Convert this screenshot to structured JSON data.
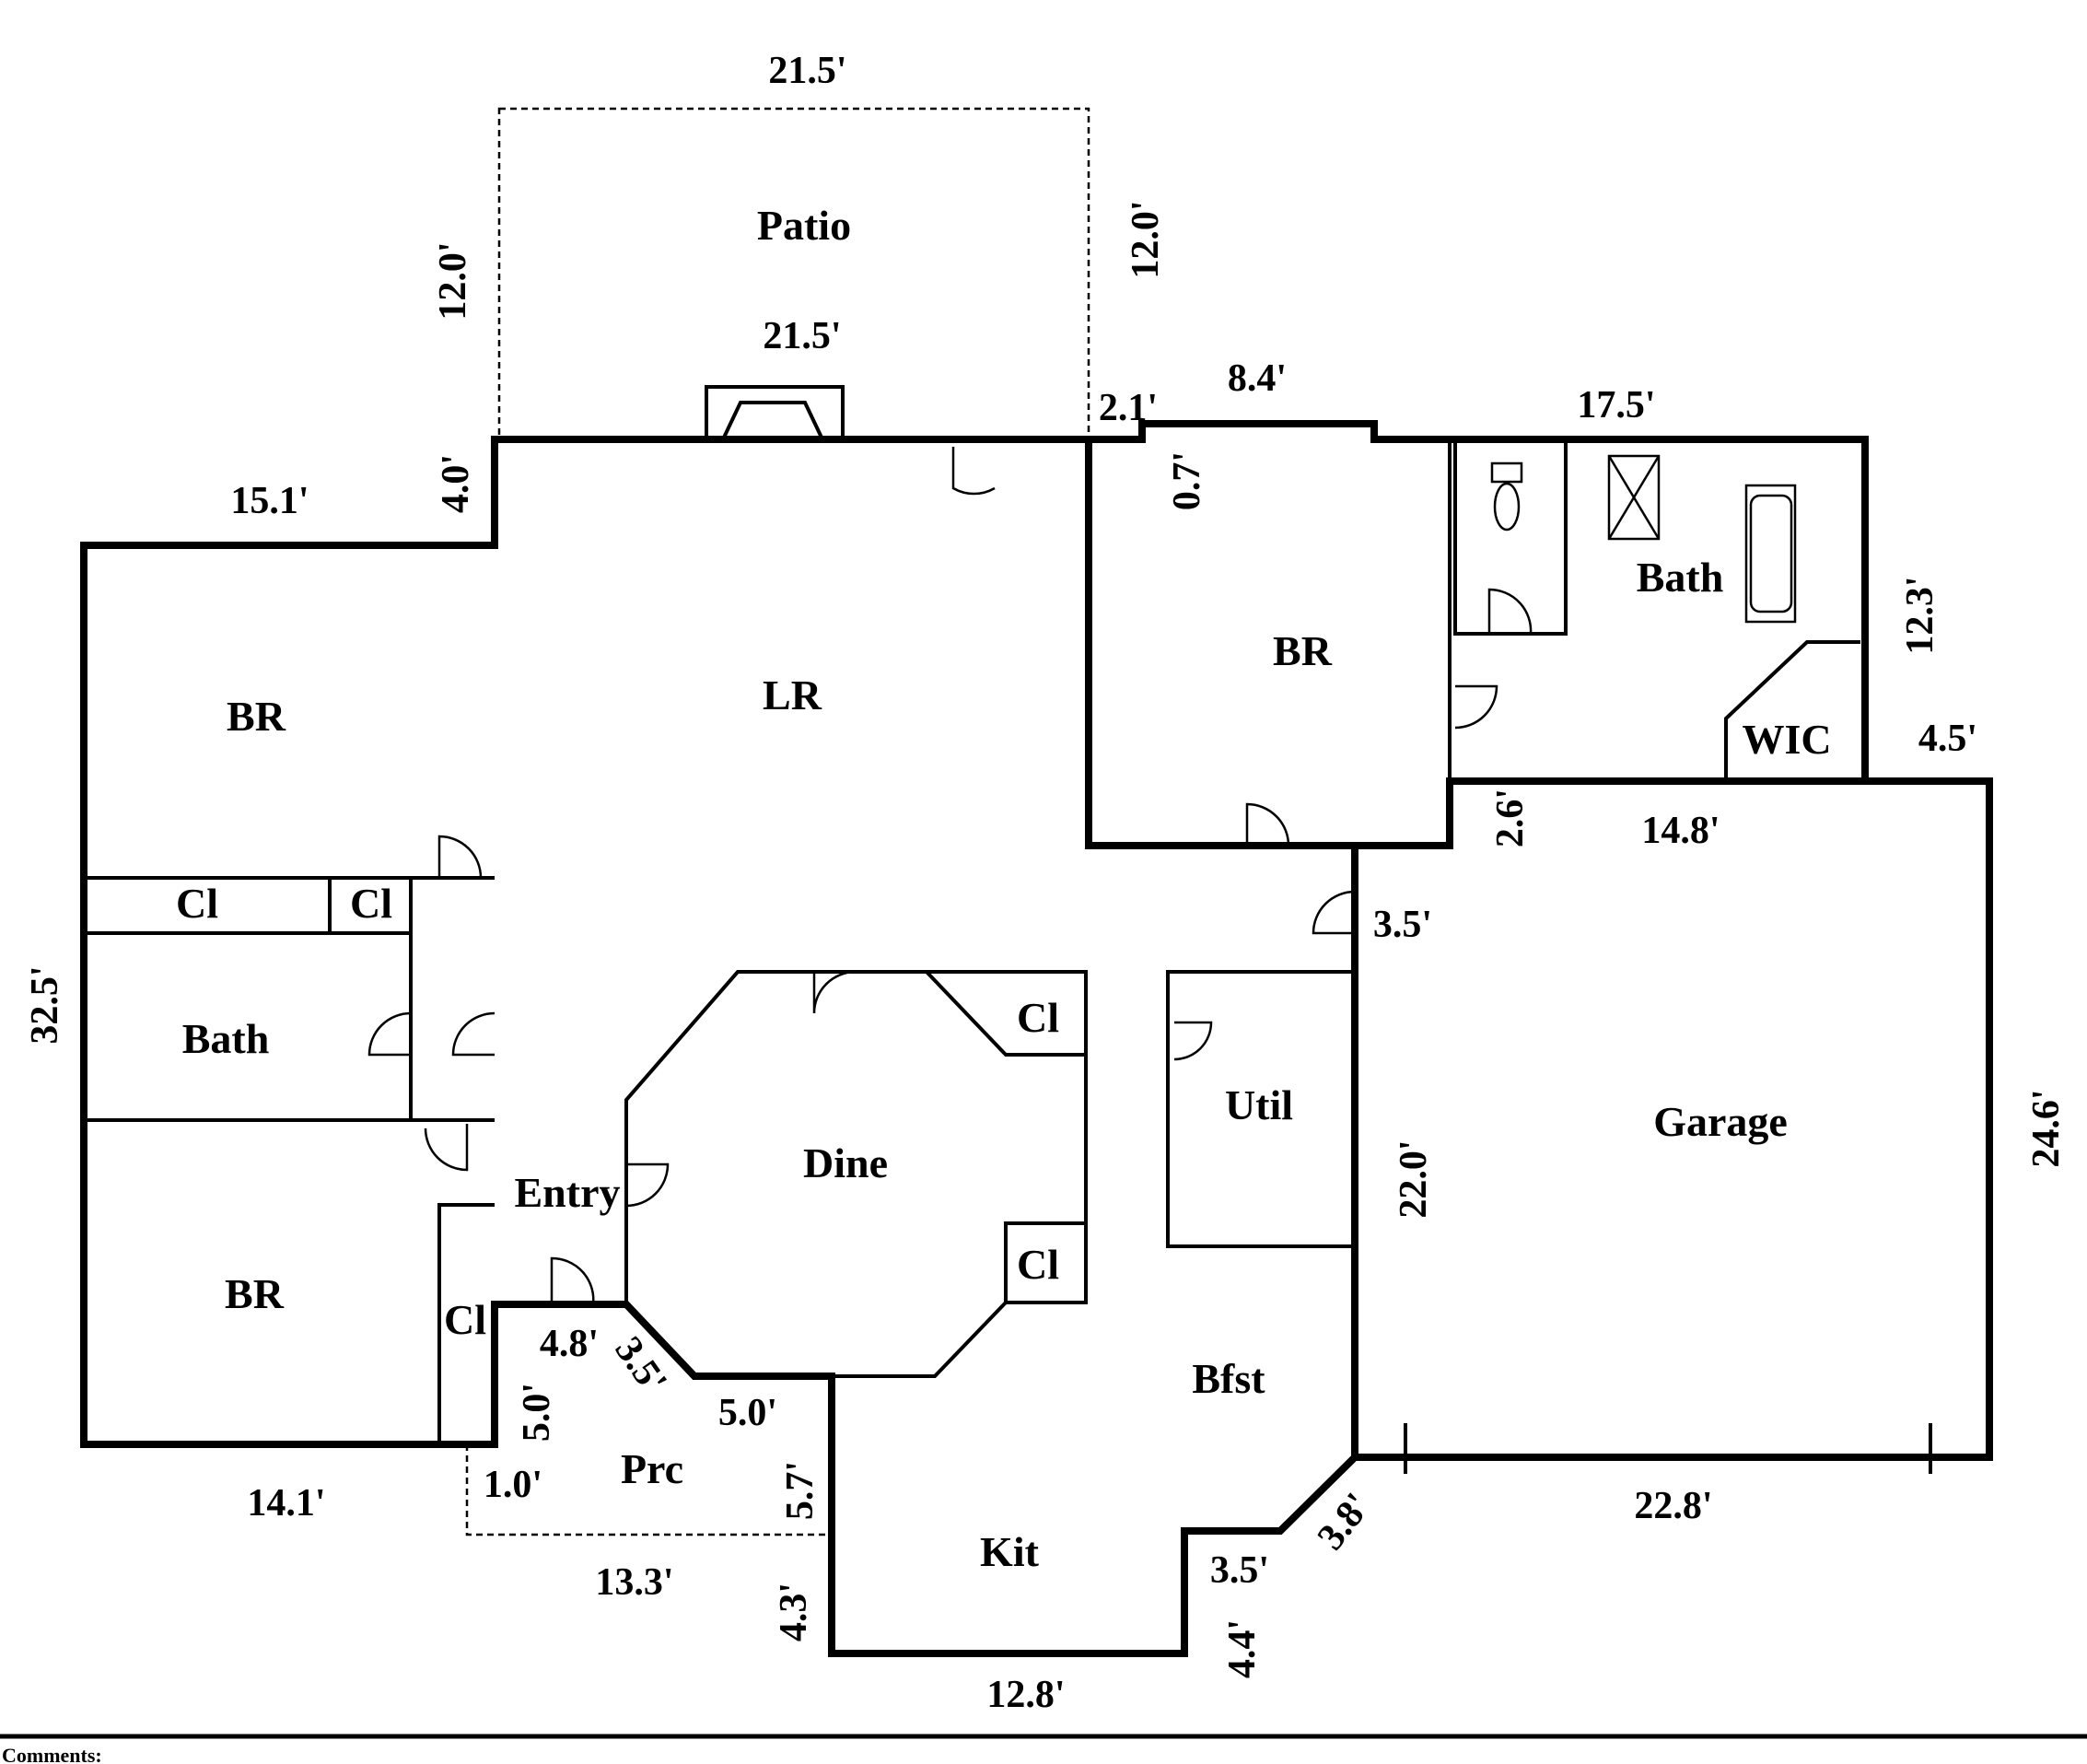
{
  "rooms": {
    "patio": "Patio",
    "lr": "LR",
    "br_master": "BR",
    "bath_master": "Bath",
    "wic": "WIC",
    "br_left_top": "BR",
    "cl_left_1": "Cl",
    "cl_left_2": "Cl",
    "bath_left": "Bath",
    "br_left_bottom": "BR",
    "cl_entry": "Cl",
    "entry": "Entry",
    "dine": "Dine",
    "cl_dine_top": "Cl",
    "cl_dine_bottom": "Cl",
    "util": "Util",
    "bfst": "Bfst",
    "kit": "Kit",
    "prc": "Prc",
    "garage": "Garage"
  },
  "dimensions": {
    "patio_top": "21.5'",
    "patio_inner": "21.5'",
    "patio_left": "12.0'",
    "patio_right": "12.0'",
    "step_2_1": "2.1'",
    "br_top_8_4": "8.4'",
    "offset_0_7": "0.7'",
    "master_top_17_5": "17.5'",
    "master_right_12_3": "12.3'",
    "garage_top_right_4_5": "4.5'",
    "garage_step_2_6": "2.6'",
    "garage_top_14_8": "14.8'",
    "garage_door_3_5": "3.5'",
    "garage_left_22_0": "22.0'",
    "garage_right_24_6": "24.6'",
    "garage_bottom_22_8": "22.8'",
    "diag_3_8": "3.8'",
    "kit_step_3_5": "3.5'",
    "kit_right_4_4": "4.4'",
    "kit_bottom_12_8": "12.8'",
    "kit_left_4_3": "4.3'",
    "prc_bottom_13_3": "13.3'",
    "prc_right_5_7": "5.7'",
    "prc_top_5_0": "5.0'",
    "prc_diag_3_5": "3.5'",
    "prc_top_4_8": "4.8'",
    "prc_left_5_0": "5.0'",
    "prc_offset_1_0": "1.0'",
    "left_bottom_14_1": "14.1'",
    "left_side_32_5": "32.5'",
    "left_top_15_1": "15.1'",
    "lr_step_4_0": "4.0'"
  },
  "footer": {
    "comments_label": "Comments:"
  }
}
